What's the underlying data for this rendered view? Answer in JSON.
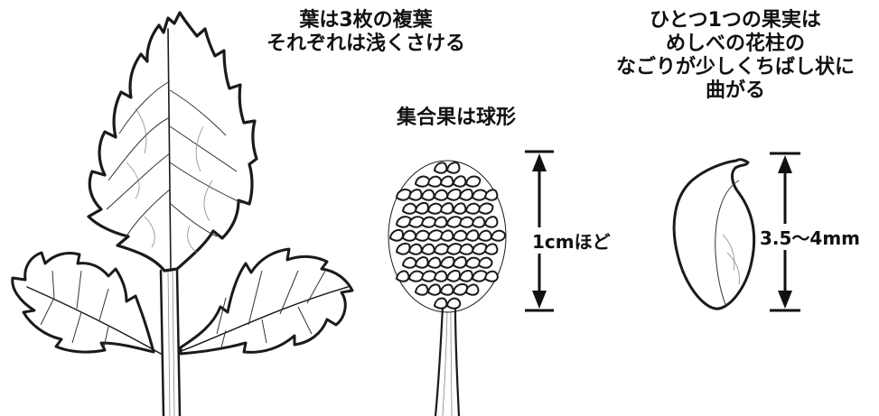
{
  "labels": {
    "leaf_caption": [
      "葉は3枚の複葉",
      "それぞれは浅くさける"
    ],
    "fruit_caption": [
      "集合果は球形"
    ],
    "achene_caption": [
      "ひとつ1つの果実は",
      "めしべの花柱の",
      "なごりが少しくちばし状に",
      "曲がる"
    ],
    "fruit_size": "1cmほど",
    "achene_size": "3.5〜4mm"
  }
}
